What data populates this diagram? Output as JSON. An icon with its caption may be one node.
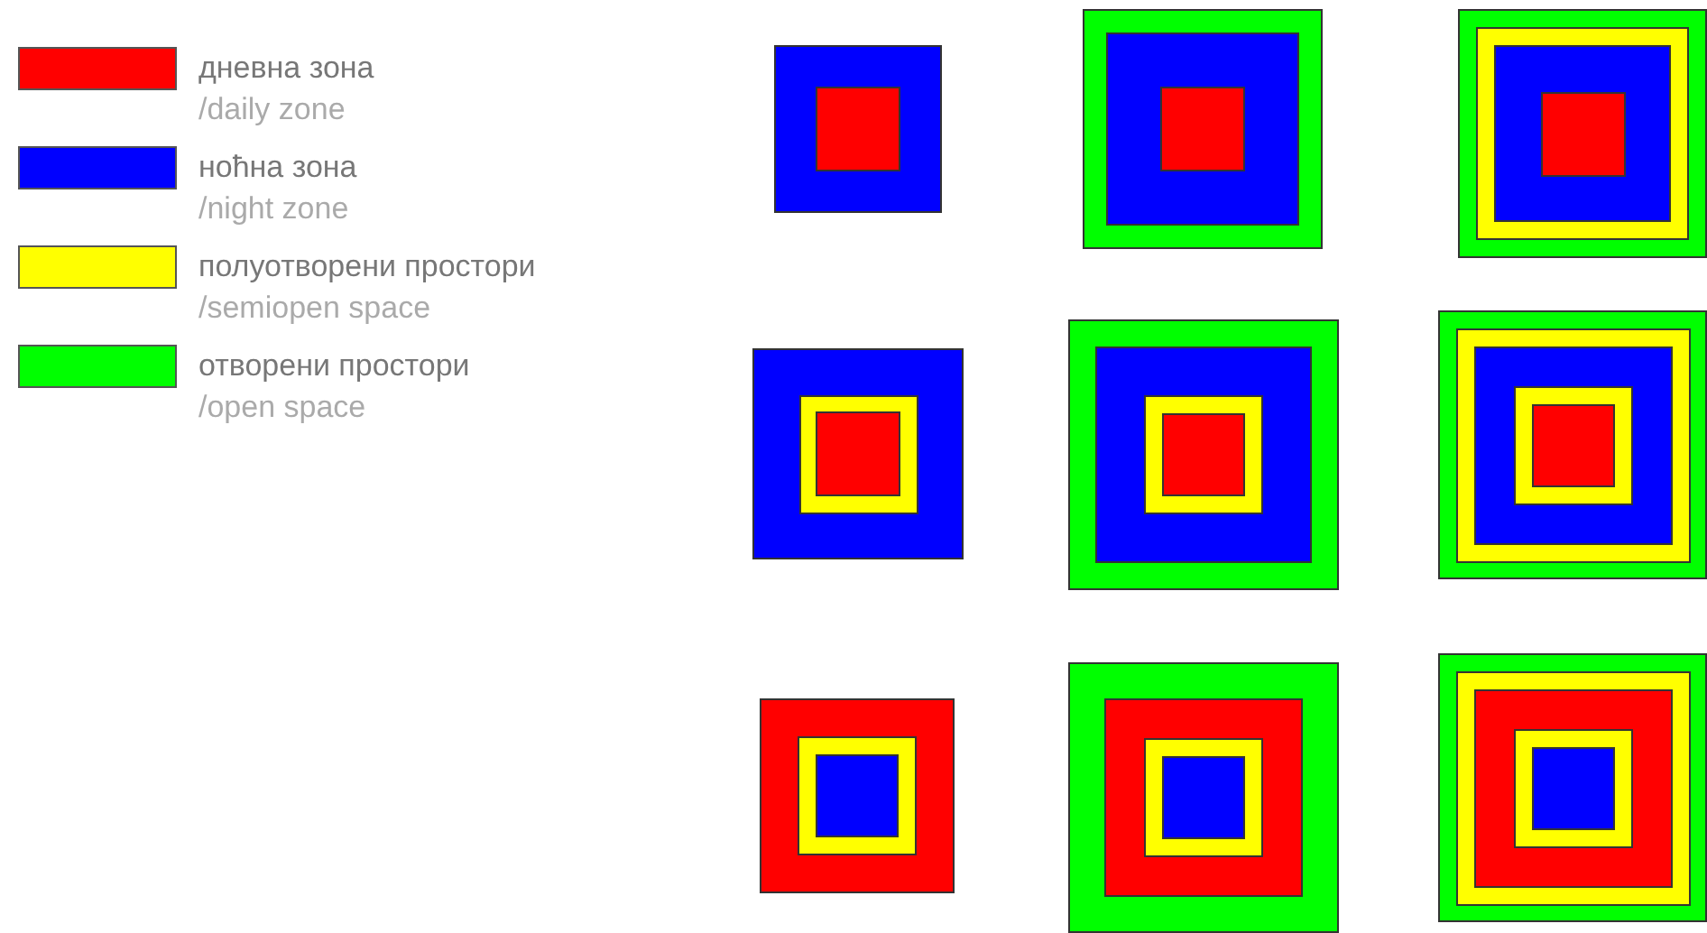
{
  "diagram": {
    "nodes": [
      {
        "text": [],
        "shape": "box"
      },
      {
        "text": [],
        "shape": "box",
        "in": 0
      },
      {
        "text": [],
        "shape": "box"
      },
      {
        "text": [],
        "shape": "box",
        "in": 2
      },
      {
        "text": [],
        "shape": "box",
        "in": 3
      },
      {
        "text": [],
        "shape": "box"
      },
      {
        "text": [],
        "shape": "box",
        "in": 5
      },
      {
        "text": [],
        "shape": "box",
        "in": 6
      },
      {
        "text": [],
        "shape": "box",
        "in": 7
      },
      {
        "text": [],
        "shape": "box"
      },
      {
        "text": [],
        "shape": "box",
        "in": 9
      },
      {
        "text": [],
        "shape": "box",
        "in": 10
      },
      {
        "text": [],
        "shape": "box"
      },
      {
        "text": [],
        "shape": "box",
        "in": 12
      },
      {
        "text": [],
        "shape": "box",
        "in": 13
      },
      {
        "text": [],
        "shape": "box",
        "in": 14
      },
      {
        "text": [],
        "shape": "box"
      },
      {
        "text": [],
        "shape": "box",
        "in": 16
      },
      {
        "text": [],
        "shape": "box",
        "in": 17
      },
      {
        "text": [],
        "shape": "box",
        "in": 18
      },
      {
        "text": [],
        "shape": "box",
        "in": 19
      },
      {
        "text": [],
        "shape": "box"
      },
      {
        "text": [],
        "shape": "box",
        "in": 21
      },
      {
        "text": [],
        "shape": "box",
        "in": 22
      },
      {
        "text": [],
        "shape": "box"
      },
      {
        "text": [],
        "shape": "box",
        "in": 24
      },
      {
        "text": [],
        "shape": "box",
        "in": 25
      },
      {
        "text": [],
        "shape": "box",
        "in": 26
      },
      {
        "text": [],
        "shape": "box"
      },
      {
        "text": [],
        "shape": "box",
        "in": 28
      },
      {
        "text": [],
        "shape": "box",
        "in": 29
      },
      {
        "text": [],
        "shape": "box",
        "in": 30
      },
      {
        "text": [],
        "shape": "box",
        "in": 31
      }
    ],
    "labels": [
      "/daily zone",
      "/night zone",
      "/semiopen space",
      "/open space"
    ],
    "legend": [
      {
        "text": "дневна зона",
        "color": "#ff0000"
      },
      {
        "text": "нoћна зона",
        "color": "#0000ff"
      },
      {
        "text": "полуотворени простори",
        "color": "#ffff00"
      },
      {
        "text": "отворени простори",
        "color": "#00ff00"
      }
    ]
  }
}
